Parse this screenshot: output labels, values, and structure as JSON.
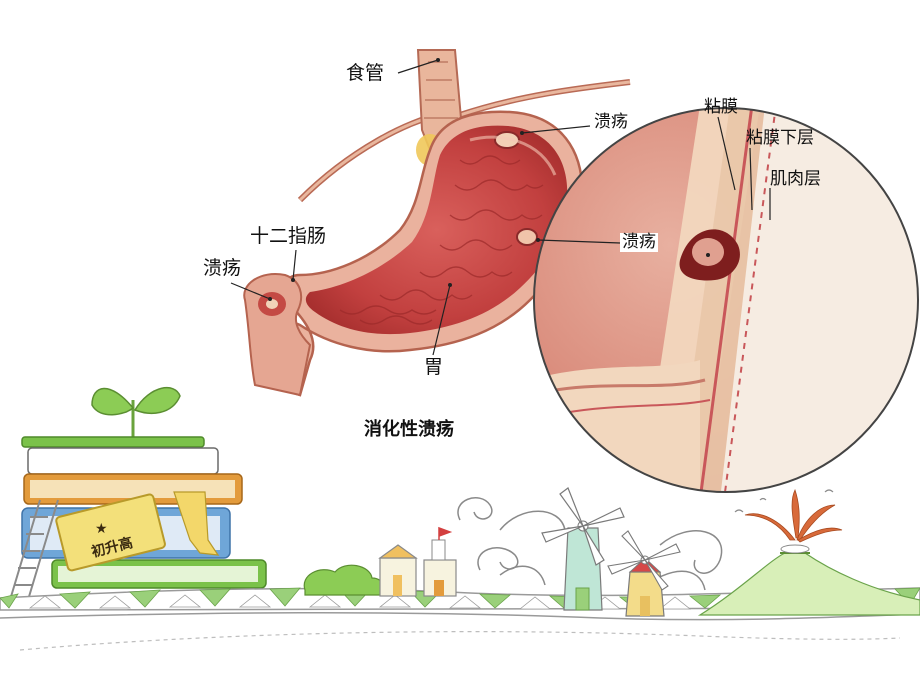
{
  "diagram": {
    "title": "消化性溃疡",
    "labels": {
      "esophagus": "食管",
      "ulcer_stomach_top": "溃疡",
      "duodenum": "十二指肠",
      "ulcer_duodenum": "溃疡",
      "stomach": "胃",
      "ulcer_detail": "溃疡",
      "mucosa": "粘膜",
      "submucosa": "粘膜下层",
      "muscle_layer": "肌肉层"
    }
  },
  "decoration": {
    "badge_text": "初升高",
    "colors": {
      "stomach_fill": "#c8484a",
      "stomach_wall": "#e7a58f",
      "tissue_light": "#f3dcc4",
      "grass": "#9ad07a",
      "book_green": "#7bc24a",
      "book_orange": "#e39b3c",
      "book_blue": "#6fa6d8",
      "badge": "#f3e07a"
    }
  }
}
